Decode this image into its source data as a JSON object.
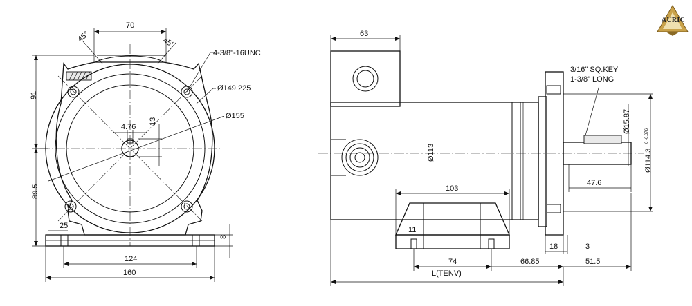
{
  "brand": {
    "name": "AURIC"
  },
  "front_view": {
    "dims": {
      "width_70": "70",
      "angle_left": "45°",
      "angle_right": "45°",
      "thread": "4-3/8\"-16UNC",
      "pcd": "Ø149.225",
      "outer": "Ø155",
      "key_width": "4.76",
      "key_height": "13",
      "height_top": "91",
      "height_bottom": "89.5",
      "foot_25": "25",
      "foot_thickness": "8",
      "foot_124": "124",
      "foot_160": "160"
    }
  },
  "side_view": {
    "dims": {
      "box_63": "63",
      "key_note_1": "3/16\" SQ.KEY",
      "key_note_2": "1-3/8\" LONG",
      "shaft_dia": "Ø15.87",
      "body_dia": "Ø113",
      "pilot_dia": "Ø114.3",
      "pilot_tol": "0 -0.076",
      "shaft_length": "47.6",
      "foot_103": "103",
      "foot_11": "11",
      "flange_18": "18",
      "gap_3": "3",
      "foot_74": "74",
      "dist_66_85": "66.85",
      "shaft_51_5": "51.5",
      "overall": "L(TENV)"
    }
  }
}
